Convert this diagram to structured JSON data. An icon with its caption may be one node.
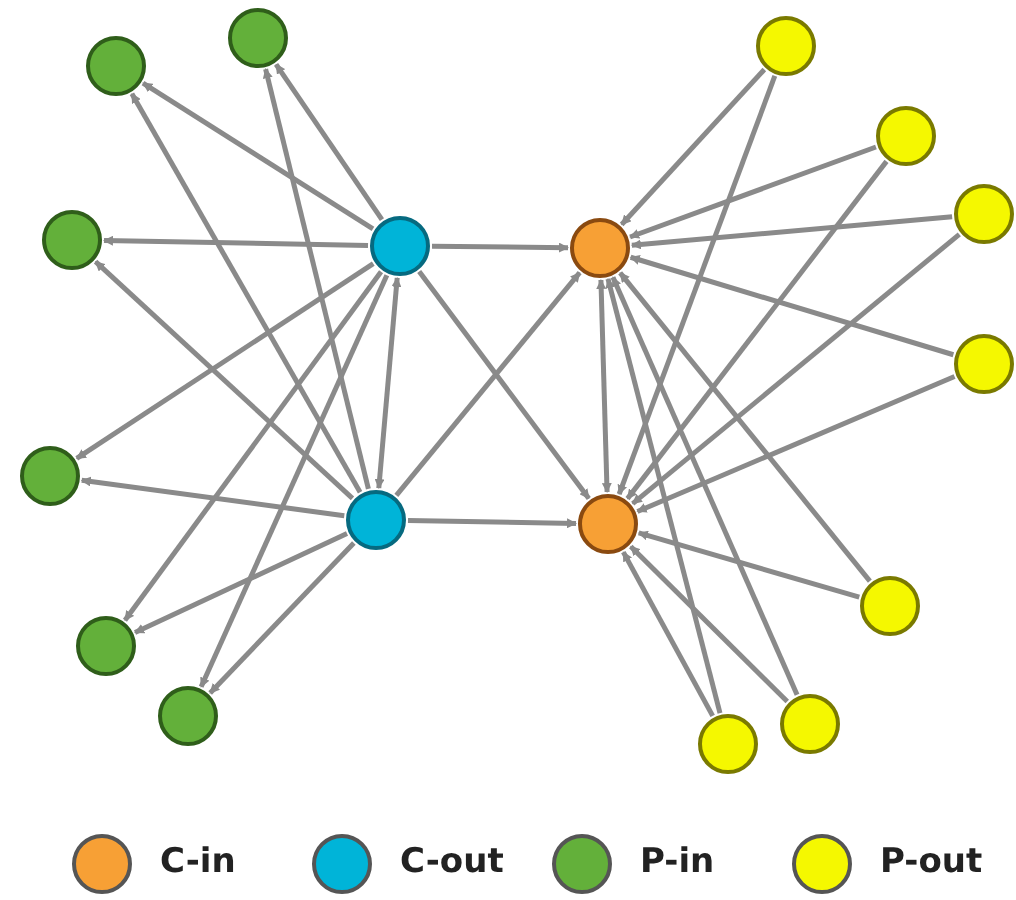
{
  "diagram": {
    "nodes": [
      {
        "text": [],
        "shape": "circle"
      },
      {
        "text": [],
        "shape": "circle"
      },
      {
        "text": [],
        "shape": "circle"
      },
      {
        "text": [],
        "shape": "circle"
      },
      {
        "text": [],
        "shape": "circle"
      },
      {
        "text": [],
        "shape": "circle"
      },
      {
        "text": [],
        "shape": "circle"
      },
      {
        "text": [],
        "shape": "circle"
      },
      {
        "text": [],
        "shape": "circle"
      },
      {
        "text": [],
        "shape": "circle"
      },
      {
        "text": [],
        "shape": "circle"
      },
      {
        "text": [],
        "shape": "circle"
      },
      {
        "text": [],
        "shape": "circle"
      },
      {
        "text": [],
        "shape": "circle"
      },
      {
        "text": [],
        "shape": "circle"
      },
      {
        "text": [],
        "shape": "circle"
      },
      {
        "text": [],
        "shape": "circle"
      }
    ],
    "edges": [
      {
        "from": 6,
        "to": 0,
        "arrow": "to"
      },
      {
        "from": 6,
        "to": 1,
        "arrow": "to"
      },
      {
        "from": 6,
        "to": 2,
        "arrow": "to"
      },
      {
        "from": 6,
        "to": 3,
        "arrow": "to"
      },
      {
        "from": 6,
        "to": 4,
        "arrow": "to"
      },
      {
        "from": 6,
        "to": 5,
        "arrow": "to"
      },
      {
        "from": 7,
        "to": 0,
        "arrow": "to"
      },
      {
        "from": 7,
        "to": 1,
        "arrow": "to"
      },
      {
        "from": 7,
        "to": 2,
        "arrow": "to"
      },
      {
        "from": 7,
        "to": 3,
        "arrow": "to"
      },
      {
        "from": 7,
        "to": 4,
        "arrow": "to"
      },
      {
        "from": 7,
        "to": 5,
        "arrow": "to"
      },
      {
        "from": 6,
        "to": 7,
        "arrow": "both"
      },
      {
        "from": 6,
        "to": 8,
        "arrow": "to"
      },
      {
        "from": 6,
        "to": 9,
        "arrow": "to"
      },
      {
        "from": 7,
        "to": 8,
        "arrow": "to"
      },
      {
        "from": 7,
        "to": 9,
        "arrow": "to"
      },
      {
        "from": 8,
        "to": 9,
        "arrow": "both"
      },
      {
        "from": 10,
        "to": 8,
        "arrow": "to"
      },
      {
        "from": 10,
        "to": 9,
        "arrow": "to"
      },
      {
        "from": 11,
        "to": 8,
        "arrow": "to"
      },
      {
        "from": 11,
        "to": 9,
        "arrow": "to"
      },
      {
        "from": 12,
        "to": 8,
        "arrow": "to"
      },
      {
        "from": 12,
        "to": 9,
        "arrow": "to"
      },
      {
        "from": 13,
        "to": 8,
        "arrow": "to"
      },
      {
        "from": 13,
        "to": 9,
        "arrow": "to"
      },
      {
        "from": 14,
        "to": 8,
        "arrow": "to"
      },
      {
        "from": 14,
        "to": 9,
        "arrow": "to"
      },
      {
        "from": 15,
        "to": 8,
        "arrow": "to"
      },
      {
        "from": 15,
        "to": 9,
        "arrow": "to"
      },
      {
        "from": 16,
        "to": 8,
        "arrow": "to"
      },
      {
        "from": 16,
        "to": 9,
        "arrow": "to"
      }
    ],
    "legend": [
      {
        "text": "C-in",
        "color": "#f7a035"
      },
      {
        "text": "C-out",
        "color": "#00b4d8"
      },
      {
        "text": "P-in",
        "color": "#63b03a"
      },
      {
        "text": "P-out",
        "color": "#f5f800"
      }
    ]
  }
}
